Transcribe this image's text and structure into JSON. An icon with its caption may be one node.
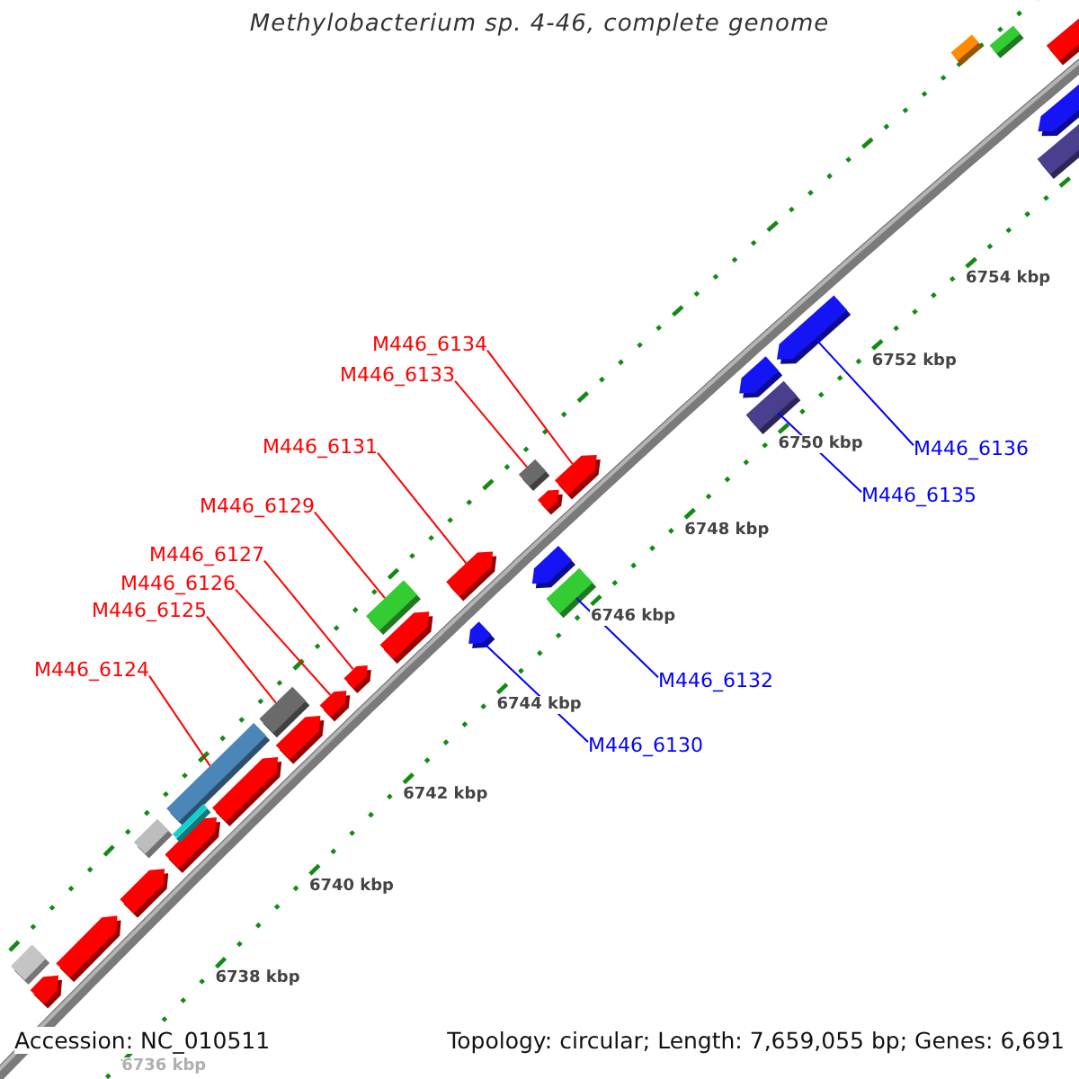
{
  "diagram": {
    "title": "Methylobacterium sp. 4-46, complete genome",
    "nodes": [
      {
        "text": [
          "M446_6134"
        ]
      },
      {
        "text": [
          "M446_6133"
        ]
      },
      {
        "text": [
          "M446_6131"
        ]
      },
      {
        "text": [
          "M446_6136"
        ]
      },
      {
        "text": [
          "M446_6135"
        ]
      },
      {
        "text": [
          "M446_6129"
        ]
      },
      {
        "text": [
          "M446_6127"
        ]
      },
      {
        "text": [
          "M446_6126"
        ]
      },
      {
        "text": [
          "M446_6125"
        ]
      },
      {
        "text": [
          "M446_6132"
        ]
      },
      {
        "text": [
          "M446_6124"
        ]
      },
      {
        "text": [
          "M446_6130"
        ]
      },
      {
        "text": [],
        "shape": "arrow"
      },
      {
        "text": [],
        "shape": "box"
      },
      {
        "text": [],
        "shape": "box"
      },
      {
        "text": [],
        "shape": "arrow"
      },
      {
        "text": [],
        "shape": "arrow"
      },
      {
        "text": [],
        "shape": "box"
      },
      {
        "text": [],
        "shape": "box"
      },
      {
        "text": [],
        "shape": "arrow"
      },
      {
        "text": [],
        "shape": "arrow"
      },
      {
        "text": [],
        "shape": "arrow"
      },
      {
        "text": [],
        "shape": "box"
      },
      {
        "text": [],
        "shape": "box"
      },
      {
        "text": [],
        "shape": "arrow"
      },
      {
        "text": [],
        "shape": "arrow"
      },
      {
        "text": [],
        "shape": "arrow"
      },
      {
        "text": [],
        "shape": "arrow"
      },
      {
        "text": [],
        "shape": "arrow"
      },
      {
        "text": [],
        "shape": "arrow"
      },
      {
        "text": [],
        "shape": "arrow"
      },
      {
        "text": [],
        "shape": "arrow"
      },
      {
        "text": [],
        "shape": "arrow"
      },
      {
        "text": [],
        "shape": "box"
      },
      {
        "text": [],
        "shape": "box"
      },
      {
        "text": [],
        "shape": "box"
      },
      {
        "text": [],
        "shape": "box"
      },
      {
        "text": [],
        "shape": "box"
      },
      {
        "text": [],
        "shape": "arrow"
      },
      {
        "text": [],
        "shape": "arrow"
      },
      {
        "text": [],
        "shape": "arrow"
      },
      {
        "text": [],
        "shape": "box"
      }
    ],
    "edges": [
      {
        "from": 0,
        "to": 15,
        "arrow": "none"
      },
      {
        "from": 1,
        "to": 14,
        "arrow": "none"
      },
      {
        "from": 2,
        "to": 16,
        "arrow": "none"
      },
      {
        "from": 3,
        "to": 12,
        "arrow": "none",
        "color": "#0000ff"
      },
      {
        "from": 4,
        "to": 13,
        "arrow": "none",
        "color": "#0000ff"
      },
      {
        "from": 5,
        "to": 18,
        "arrow": "none"
      },
      {
        "from": 6,
        "to": 20,
        "arrow": "none"
      },
      {
        "from": 7,
        "to": 21,
        "arrow": "none"
      },
      {
        "from": 8,
        "to": 22,
        "arrow": "none"
      },
      {
        "from": 9,
        "to": 17,
        "arrow": "none",
        "color": "#0000ff"
      },
      {
        "from": 10,
        "to": 23,
        "arrow": "none"
      },
      {
        "from": 11,
        "to": 19,
        "arrow": "none",
        "color": "#0000ff"
      }
    ],
    "labels": [
      "6754 kbp",
      "6752 kbp",
      "6750 kbp",
      "6748 kbp",
      "6746 kbp",
      "6744 kbp",
      "6742 kbp",
      "6740 kbp",
      "6738 kbp",
      "Accession: NC_010511",
      "Topology: circular; Length: 7,659,055 bp; Genes: 6,691",
      "6736 kbp"
    ]
  }
}
